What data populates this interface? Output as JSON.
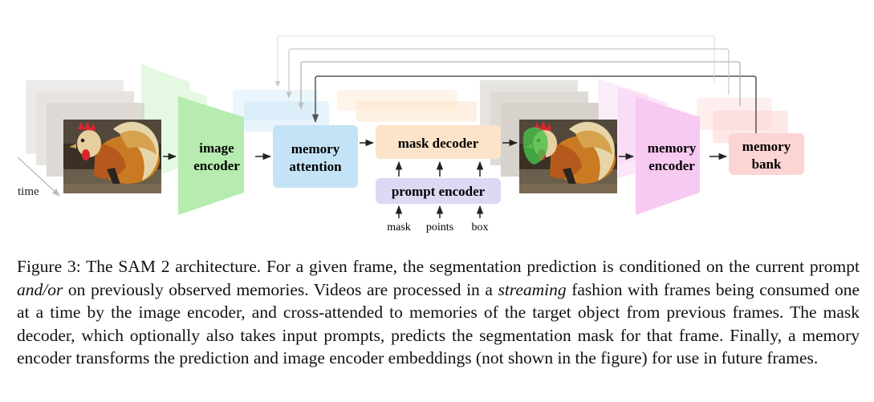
{
  "diagram": {
    "nodes": {
      "image_encoder": "image\nencoder",
      "memory_attention": "memory\nattention",
      "mask_decoder": "mask decoder",
      "prompt_encoder": "prompt encoder",
      "memory_encoder": "memory\nencoder",
      "memory_bank": "memory\nbank"
    },
    "inputs": [
      "mask",
      "points",
      "box"
    ],
    "time_label": "time",
    "colors": {
      "image_encoder": "#b6ecaf",
      "memory_attention": "#c5e3f6",
      "mask_decoder": "#fde3c9",
      "prompt_encoder": "#ddd8f3",
      "memory_encoder": "#f7caf2",
      "memory_bank": "#fcd4d4",
      "arrows": "#222222",
      "feedback_arrow": "#5a5a5a"
    }
  },
  "caption": {
    "label": "Figure 3:",
    "part1": " The SAM 2 architecture. For a given frame, the segmentation prediction is conditioned on the current prompt ",
    "emph1": "and/or",
    "part2": " on previously observed memories. Videos are processed in a ",
    "emph2": "streaming",
    "part3": " fashion with frames being consumed one at a time by the image encoder, and cross-attended to memories of the target object from previous frames. The mask decoder, which optionally also takes input prompts, predicts the segmentation mask for that frame. Finally, a memory encoder transforms the prediction and image encoder embeddings (not shown in the figure) for use in future frames."
  }
}
